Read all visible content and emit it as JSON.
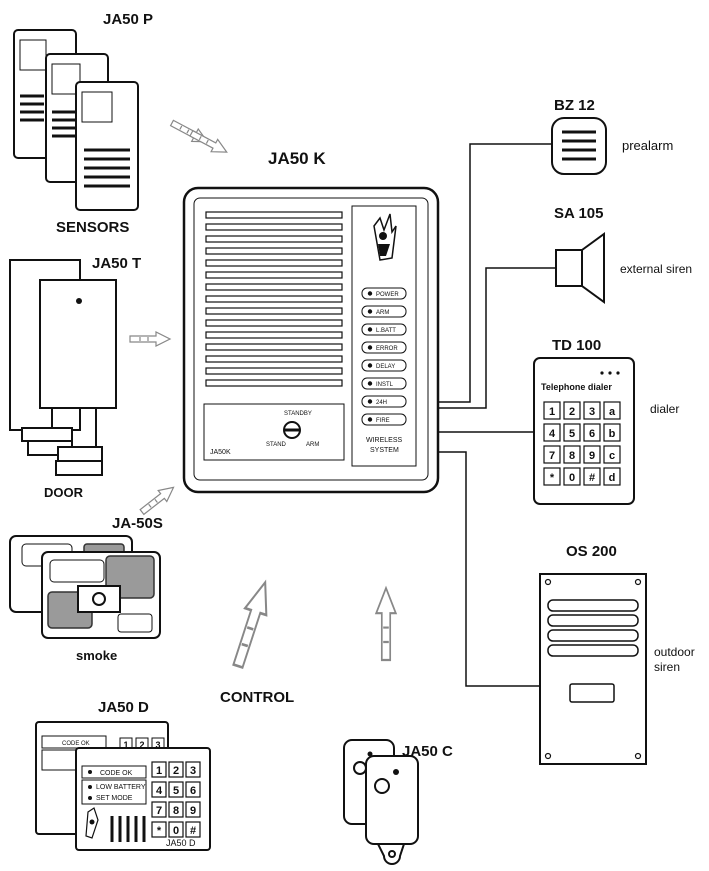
{
  "labels": {
    "ja50p": "JA50 P",
    "sensors": "SENSORS",
    "ja50t": "JA50 T",
    "door": "DOOR",
    "ja50s": "JA-50S",
    "smoke": "smoke",
    "ja50k": "JA50 K",
    "control": "CONTROL",
    "ja50d_top": "JA50 D",
    "ja50d_panel": "JA50 D",
    "ja50c": "JA50 C",
    "bz12": "BZ 12",
    "prealarm": "prealarm",
    "sa105": "SA 105",
    "external_siren": "external siren",
    "td100": "TD 100",
    "telephone_dialer": "Telephone dialer",
    "dialer": "dialer",
    "os200": "OS 200",
    "outdoor": "outdoor",
    "siren": "siren"
  },
  "control_panel": {
    "model": "JA50K",
    "standby": "STANDBY",
    "wireless": "WIRELESS",
    "system": "SYSTEM",
    "indicators": [
      "POWER",
      "ARM",
      "L.BATT",
      "ERROR",
      "DELAY",
      "INSTL",
      "24H",
      "FIRE"
    ],
    "knob_left": "STAND",
    "knob_right": "ARM"
  },
  "keypad": {
    "code_ok": "CODE OK",
    "low_battery": "LOW BATTERY",
    "set_mode": "SET MODE",
    "keys": [
      "1",
      "2",
      "3",
      "4",
      "5",
      "6",
      "7",
      "8",
      "9",
      "*",
      "0",
      "#"
    ]
  },
  "dialer_keys": [
    "1",
    "2",
    "3",
    "a",
    "4",
    "5",
    "6",
    "b",
    "7",
    "8",
    "9",
    "c",
    "*",
    "0",
    "#",
    "d"
  ],
  "colors": {
    "ink": "#111111",
    "arrow": "#888888",
    "panel_gray": "#9a9a9a"
  },
  "icons": [
    "wireless-arrow-icon",
    "alarm-figure-icon",
    "speaker-icon"
  ]
}
